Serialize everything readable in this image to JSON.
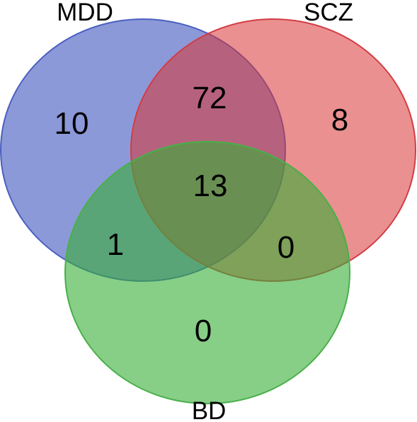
{
  "venn": {
    "sets": [
      {
        "key": "mdd",
        "label": "MDD",
        "fill": "#2e45b8",
        "stroke": "#4a5fc0",
        "fill_opacity": 0.55
      },
      {
        "key": "scz",
        "label": "SCZ",
        "fill": "#d93535",
        "stroke": "#d33c45",
        "fill_opacity": 0.55
      },
      {
        "key": "bd",
        "label": "BD",
        "fill": "#37ae37",
        "stroke": "#48b048",
        "fill_opacity": 0.6
      }
    ],
    "regions": {
      "mdd_only": "10",
      "scz_only": "8",
      "bd_only": "0",
      "mdd_scz": "72",
      "mdd_bd": "1",
      "scz_bd": "0",
      "mdd_scz_bd": "13"
    }
  }
}
